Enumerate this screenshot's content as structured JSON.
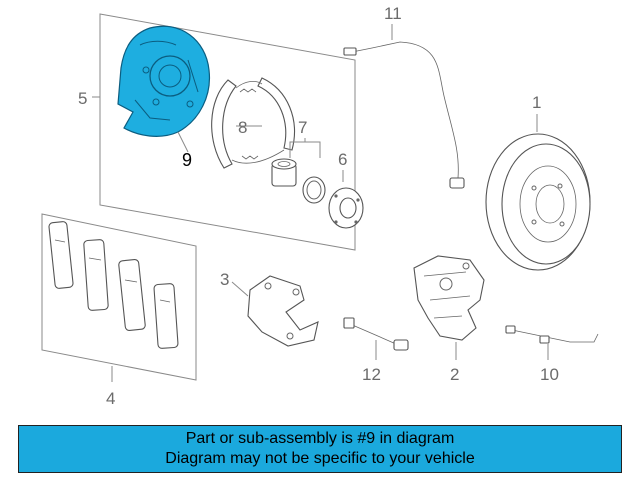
{
  "colors": {
    "highlight": "#1eaee0",
    "banner_bg": "#1ba9dd",
    "line": "#8a8a8a"
  },
  "callouts": {
    "c1": "1",
    "c2": "2",
    "c3": "3",
    "c4": "4",
    "c5": "5",
    "c6": "6",
    "c7": "7",
    "c8": "8",
    "c9": "9",
    "c10": "10",
    "c11": "11",
    "c12": "12"
  },
  "banner": {
    "line1": "Part or sub-assembly is #9 in diagram",
    "line2": "Diagram may not be specific to your vehicle"
  }
}
